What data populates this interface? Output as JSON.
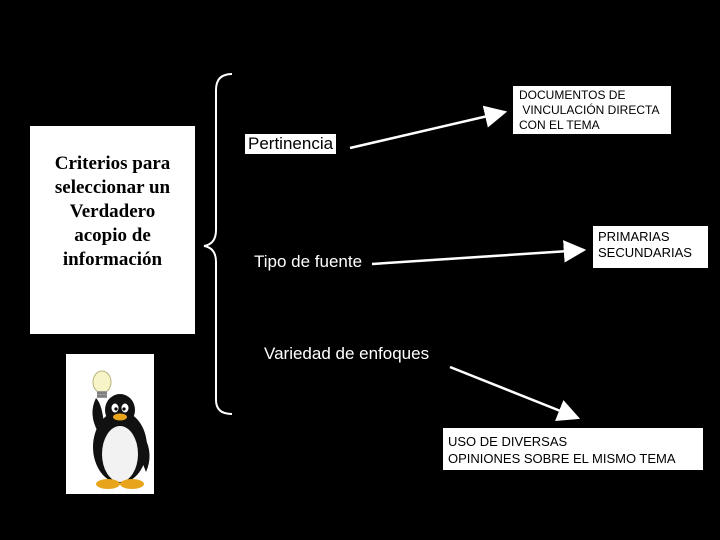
{
  "main_box": {
    "lines": [
      "Criterios para",
      "seleccionar un",
      "Verdadero",
      "acopio de",
      "información"
    ]
  },
  "branches": [
    {
      "label": "Pertinencia",
      "result_lines": [
        "DOCUMENTOS DE",
        " VINCULACIÓN DIRECTA",
        "CON EL TEMA"
      ]
    },
    {
      "label": "Tipo de fuente",
      "result_lines": [
        "PRIMARIAS",
        "SECUNDARIAS"
      ]
    },
    {
      "label": "Variedad de enfoques",
      "result_lines": [
        "USO DE DIVERSAS",
        "OPINIONES SOBRE EL MISMO TEMA"
      ]
    }
  ],
  "colors": {
    "background": "#000000",
    "box": "#ffffff",
    "text_on_dark": "#ffffff",
    "arrow": "#ffffff"
  },
  "icons": {
    "mascot": "penguin-with-lightbulb-icon"
  }
}
